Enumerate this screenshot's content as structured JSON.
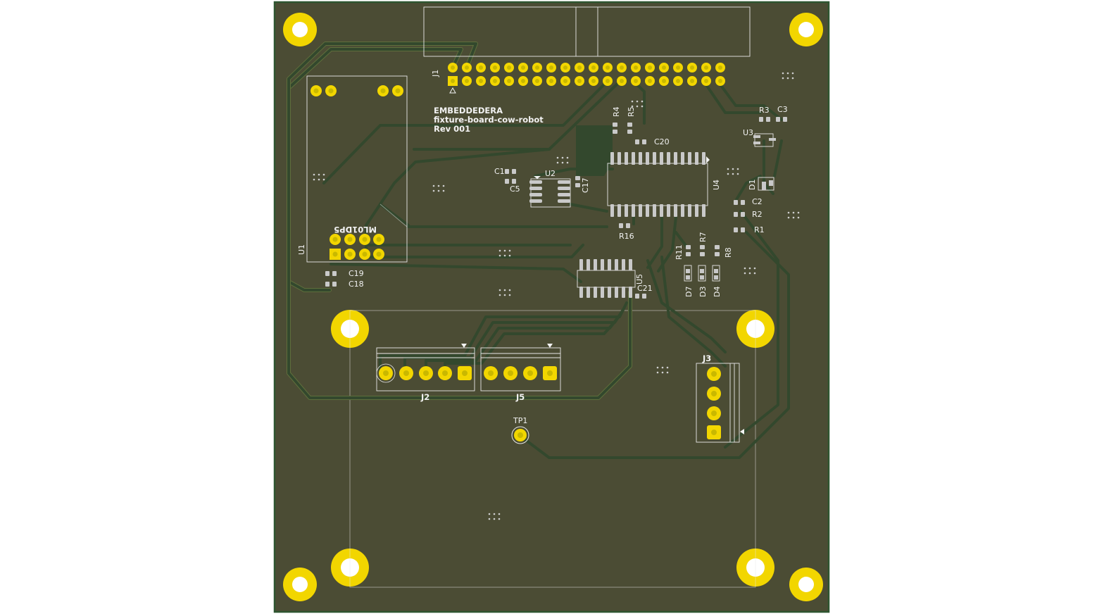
{
  "board": {
    "silk_text": {
      "company": "EMBEDDEDERA",
      "project": "fixture-board-cow-robot",
      "revision": "Rev 001",
      "module_label": "ML01DP5"
    },
    "references": {
      "J1": "J1",
      "U1": "U1",
      "U2": "U2",
      "U3": "U3",
      "U4": "U4",
      "U5": "U5",
      "J2": "J2",
      "J3": "J3",
      "J5": "J5",
      "TP1": "TP1",
      "C1": "C1",
      "C2": "C2",
      "C3": "C3",
      "C5": "C5",
      "C17": "C17",
      "C18": "C18",
      "C19": "C19",
      "C20": "C20",
      "C21": "C21",
      "R1": "R1",
      "R2": "R2",
      "R3": "R3",
      "R4": "R4",
      "R5": "R5",
      "R7": "R7",
      "R8": "R8",
      "R11": "R11",
      "R16": "R16",
      "D1": "D1",
      "D3": "D3",
      "D4": "D4",
      "D7": "D7"
    },
    "colors": {
      "background": "#ffffff",
      "board_fill": "#4b4c34",
      "board_edge": "#2e5530",
      "copper_trace": "#33482d",
      "pad_gold": "#f2d600",
      "smd_pad": "#c9c9c9",
      "silkscreen": "#f2f2f2"
    }
  }
}
